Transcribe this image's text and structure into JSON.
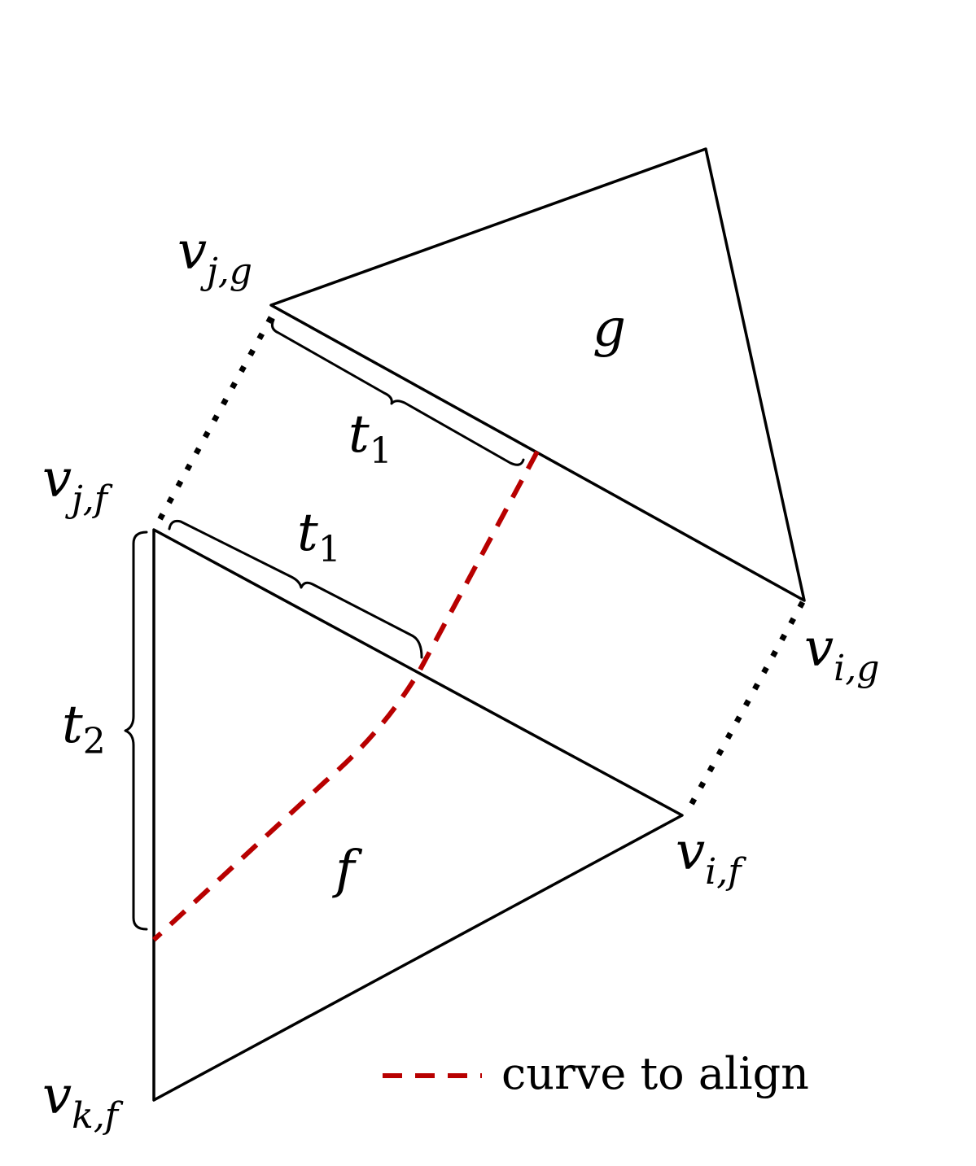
{
  "vertices": {
    "v_jg": {
      "base": "v",
      "sub": "j,g"
    },
    "v_jf": {
      "base": "v",
      "sub": "j,f"
    },
    "v_ig": {
      "base": "v",
      "sub": "i,g"
    },
    "v_if": {
      "base": "v",
      "sub": "i,f"
    },
    "v_kf": {
      "base": "v",
      "sub": "k,f"
    }
  },
  "faces": {
    "g": "g",
    "f": "f"
  },
  "params": {
    "t1_upper": {
      "base": "t",
      "sub": "1"
    },
    "t1_lower": {
      "base": "t",
      "sub": "1"
    },
    "t2": {
      "base": "t",
      "sub": "2"
    }
  },
  "legend": {
    "label": "curve to align"
  },
  "colors": {
    "curve": "#b80000",
    "edges": "#000000"
  }
}
